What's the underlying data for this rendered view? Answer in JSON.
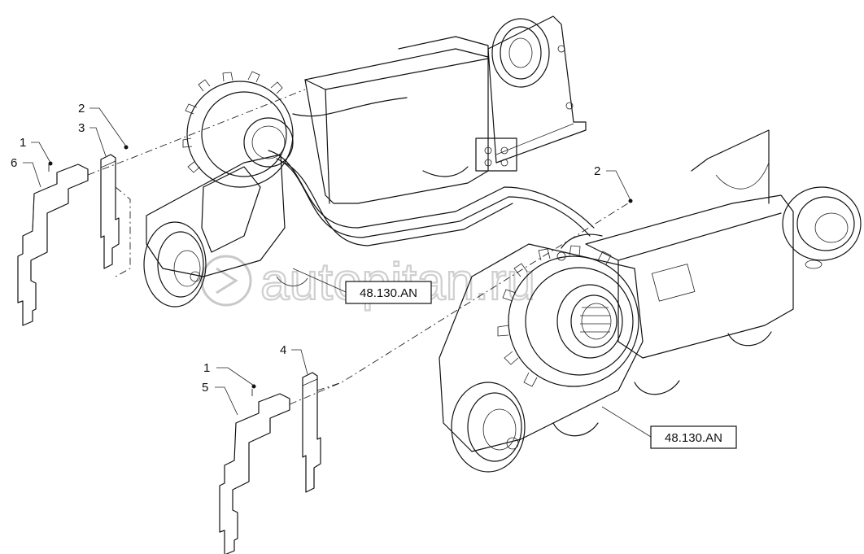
{
  "callouts": {
    "c1a": "1",
    "c6": "6",
    "c2a": "2",
    "c3": "3",
    "c2b": "2",
    "c4": "4",
    "c1b": "1",
    "c5": "5"
  },
  "references": {
    "ref_upper": "48.130.AN",
    "ref_lower": "48.130.AN"
  },
  "watermark": {
    "text": "autopitan.ru"
  }
}
